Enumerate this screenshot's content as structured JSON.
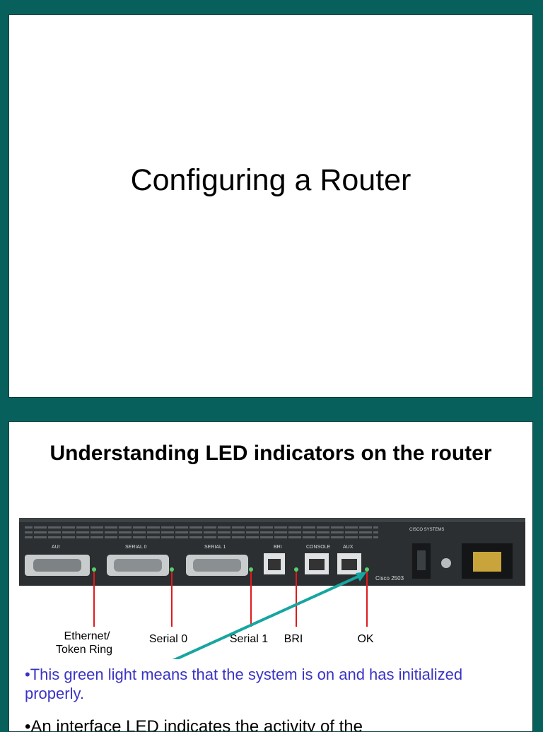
{
  "slides": [
    {
      "title": "Configuring a Router"
    },
    {
      "title": "Understanding LED indicators on the router",
      "figure": {
        "panel_labels": [
          "AUI",
          "SERIAL 0",
          "SERIAL 1",
          "BRI",
          "CONSOLE",
          "AUX"
        ],
        "model_label": "Cisco 2503",
        "vendor_label": "CISCO SYSTEMS",
        "callouts": [
          "Ethernet/ Token Ring",
          "Serial 0",
          "Serial 1",
          "BRI",
          "OK"
        ],
        "colors": {
          "led_line": "#e01b1b",
          "pointer": "#17a5a0",
          "chassis": "#2b2f31",
          "led": "#54d16a"
        }
      },
      "notes": [
        "•This green light means that the system is on and has initialized properly.",
        "•An interface LED indicates the activity of the"
      ]
    }
  ]
}
